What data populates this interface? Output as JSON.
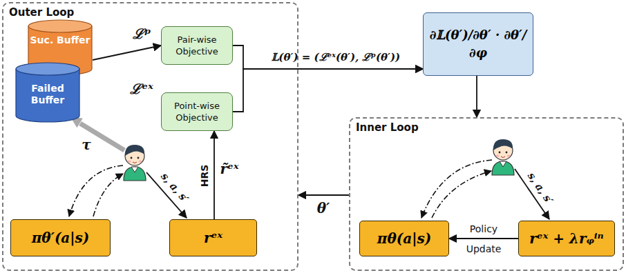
{
  "diagram": {
    "nodes": [
      {
        "text": [
          "Outer Loop"
        ]
      },
      {
        "text": [
          "Suc. Buffer"
        ],
        "in": 0
      },
      {
        "text": [
          "Failed Buffer"
        ],
        "in": 0
      },
      {
        "text": [
          "Pair-wise Objective"
        ],
        "in": 0
      },
      {
        "text": [
          "Point-wise Objective"
        ],
        "in": 0
      },
      {
        "text": [
          "πθ′(a|s)"
        ],
        "in": 0
      },
      {
        "text": [
          "rᵉˣ"
        ],
        "in": 0
      },
      {
        "text": [
          "∂𝕃(θ′)/∂θ′ · ∂θ′/∂φ"
        ]
      },
      {
        "text": [
          "Inner Loop"
        ]
      },
      {
        "text": [
          "πθ(a|s)"
        ],
        "in": 8
      },
      {
        "text": [
          "rᵉˣ + λrᵩⁱⁿ"
        ],
        "in": 8
      }
    ],
    "edges": [
      {
        "from": 1,
        "to": 3,
        "arrow": "to"
      },
      {
        "from": 6,
        "to": 4,
        "arrow": "to"
      },
      {
        "from": 3,
        "to": 7,
        "arrow": "to"
      },
      {
        "from": 4,
        "to": 7,
        "arrow": "to"
      },
      {
        "from": 7,
        "to": 8,
        "arrow": "to"
      },
      {
        "from": 8,
        "to": 0,
        "arrow": "to"
      },
      {
        "from": 10,
        "to": 9,
        "arrow": "to"
      }
    ],
    "labels": [
      "ℒᵖ",
      "ℒᵉˣ",
      "𝕃(θ′) = (ℒᵉˣ(θ′), ℒᵖ(θ′))",
      "τ",
      "HRS",
      "r̃ᵉˣ",
      "s, a, s′",
      "θ′",
      "s, a, s′",
      "Policy",
      "Update"
    ]
  }
}
